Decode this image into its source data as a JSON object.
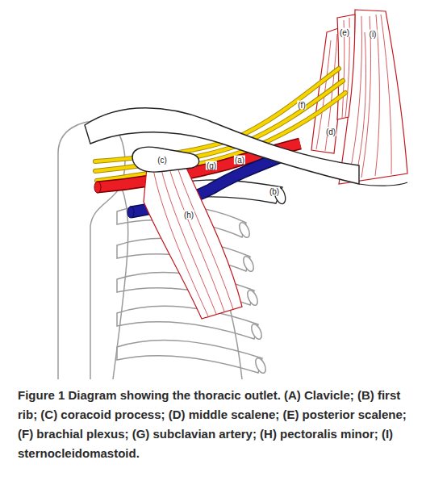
{
  "diagram": {
    "caption": "Figure 1 Diagram showing the thoracic outlet. (A) Clavicle; (B) first rib; (C) coracoid process; (D) middle scalene; (E) posterior scalene; (F) brachial plexus; (G) subclavian artery; (H) pectoralis minor; (I) sternocleidomastoid.",
    "labels": [
      "(e)",
      "(i)",
      "(f)",
      "(d)",
      "(c)",
      "(g)",
      "(a)",
      "(b)",
      "(h)"
    ]
  }
}
